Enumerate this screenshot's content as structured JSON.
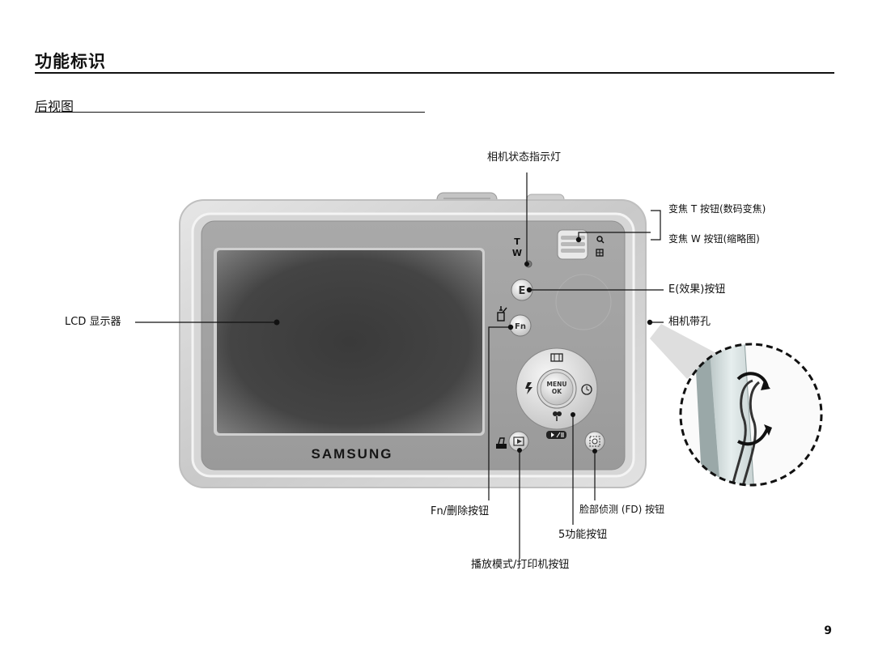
{
  "page": {
    "title": "功能标识",
    "section": "后视图",
    "page_number": "9"
  },
  "camera": {
    "brand": "SAMSUNG",
    "zoom_t": "T",
    "zoom_w": "W",
    "buttons": {
      "e": "E",
      "fn": "Fn",
      "menu_line1": "MENU",
      "menu_line2": "OK"
    }
  },
  "labels": {
    "status_lamp": "相机状态指示灯",
    "zoom_t": "变焦 T 按钮(数码变焦)",
    "zoom_w": "变焦 W 按钮(缩略图)",
    "e_button": "E(效果)按钮",
    "strap_eyelet": "相机带孔",
    "lcd": "LCD 显示器",
    "fn_delete": "Fn/删除按钮",
    "face_detection": "脸部侦测 (FD) 按钮",
    "five_function": "5功能按钮",
    "play_print": "播放模式/打印机按钮"
  }
}
